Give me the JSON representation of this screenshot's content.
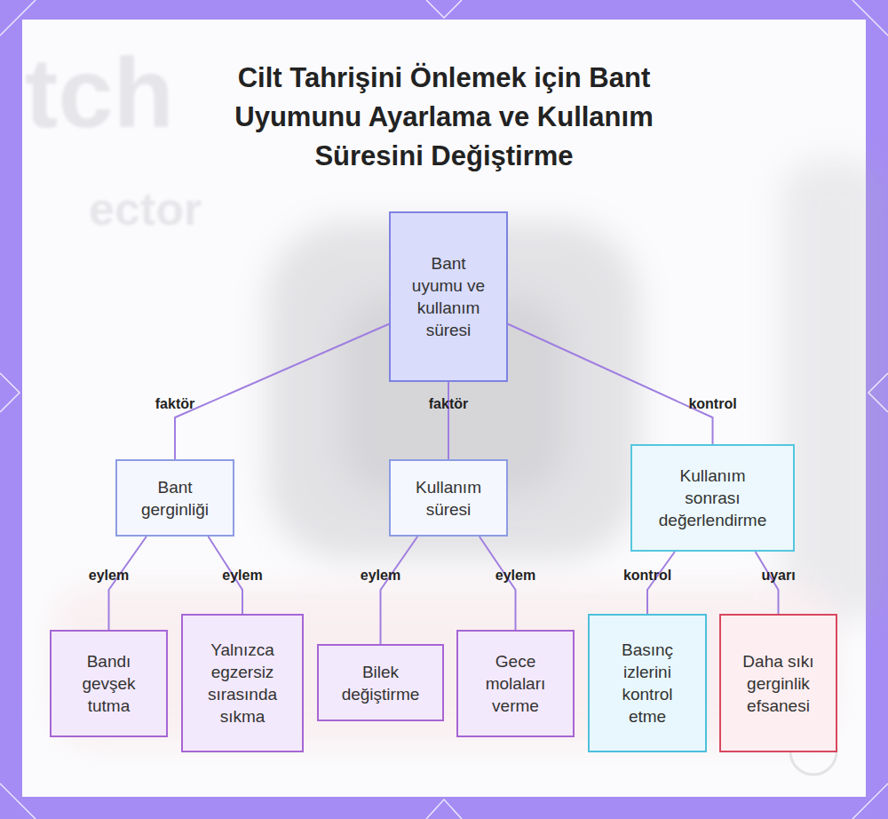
{
  "diagram": {
    "title": "Cilt Tahrişini Önlemek için Bant Uyumunu Ayarlama ve Kullanım Süresini Değiştirme",
    "nodes": [
      {
        "text": [
          "Bant uyumu ve kullanım süresi"
        ]
      },
      {
        "text": [
          "Bant gerginliği"
        ]
      },
      {
        "text": [
          "Kullanım süresi"
        ]
      },
      {
        "text": [
          "Kullanım sonrası değerlendirme"
        ]
      },
      {
        "text": [
          "Bandı gevşek tutma"
        ]
      },
      {
        "text": [
          "Yalnızca egzersiz sırasında sıkma"
        ]
      },
      {
        "text": [
          "Bilek değiştirme"
        ]
      },
      {
        "text": [
          "Gece molaları verme"
        ]
      },
      {
        "text": [
          "Basınç izlerini kontrol etme"
        ]
      },
      {
        "text": [
          "Daha sıkı gerginlik efsanesi"
        ]
      }
    ],
    "edges": [
      {
        "from": 0,
        "to": 1,
        "label": "faktör",
        "arrow": "none"
      },
      {
        "from": 0,
        "to": 2,
        "label": "faktör",
        "arrow": "none"
      },
      {
        "from": 0,
        "to": 3,
        "label": "kontrol",
        "arrow": "none"
      },
      {
        "from": 1,
        "to": 4,
        "label": "eylem",
        "arrow": "none"
      },
      {
        "from": 1,
        "to": 5,
        "label": "eylem",
        "arrow": "none"
      },
      {
        "from": 2,
        "to": 6,
        "label": "eylem",
        "arrow": "none"
      },
      {
        "from": 2,
        "to": 7,
        "label": "eylem",
        "arrow": "none"
      },
      {
        "from": 3,
        "to": 8,
        "label": "kontrol",
        "arrow": "none"
      },
      {
        "from": 3,
        "to": 9,
        "label": "uyarı",
        "arrow": "none"
      }
    ],
    "labels": [
      "tch",
      "ector"
    ]
  }
}
